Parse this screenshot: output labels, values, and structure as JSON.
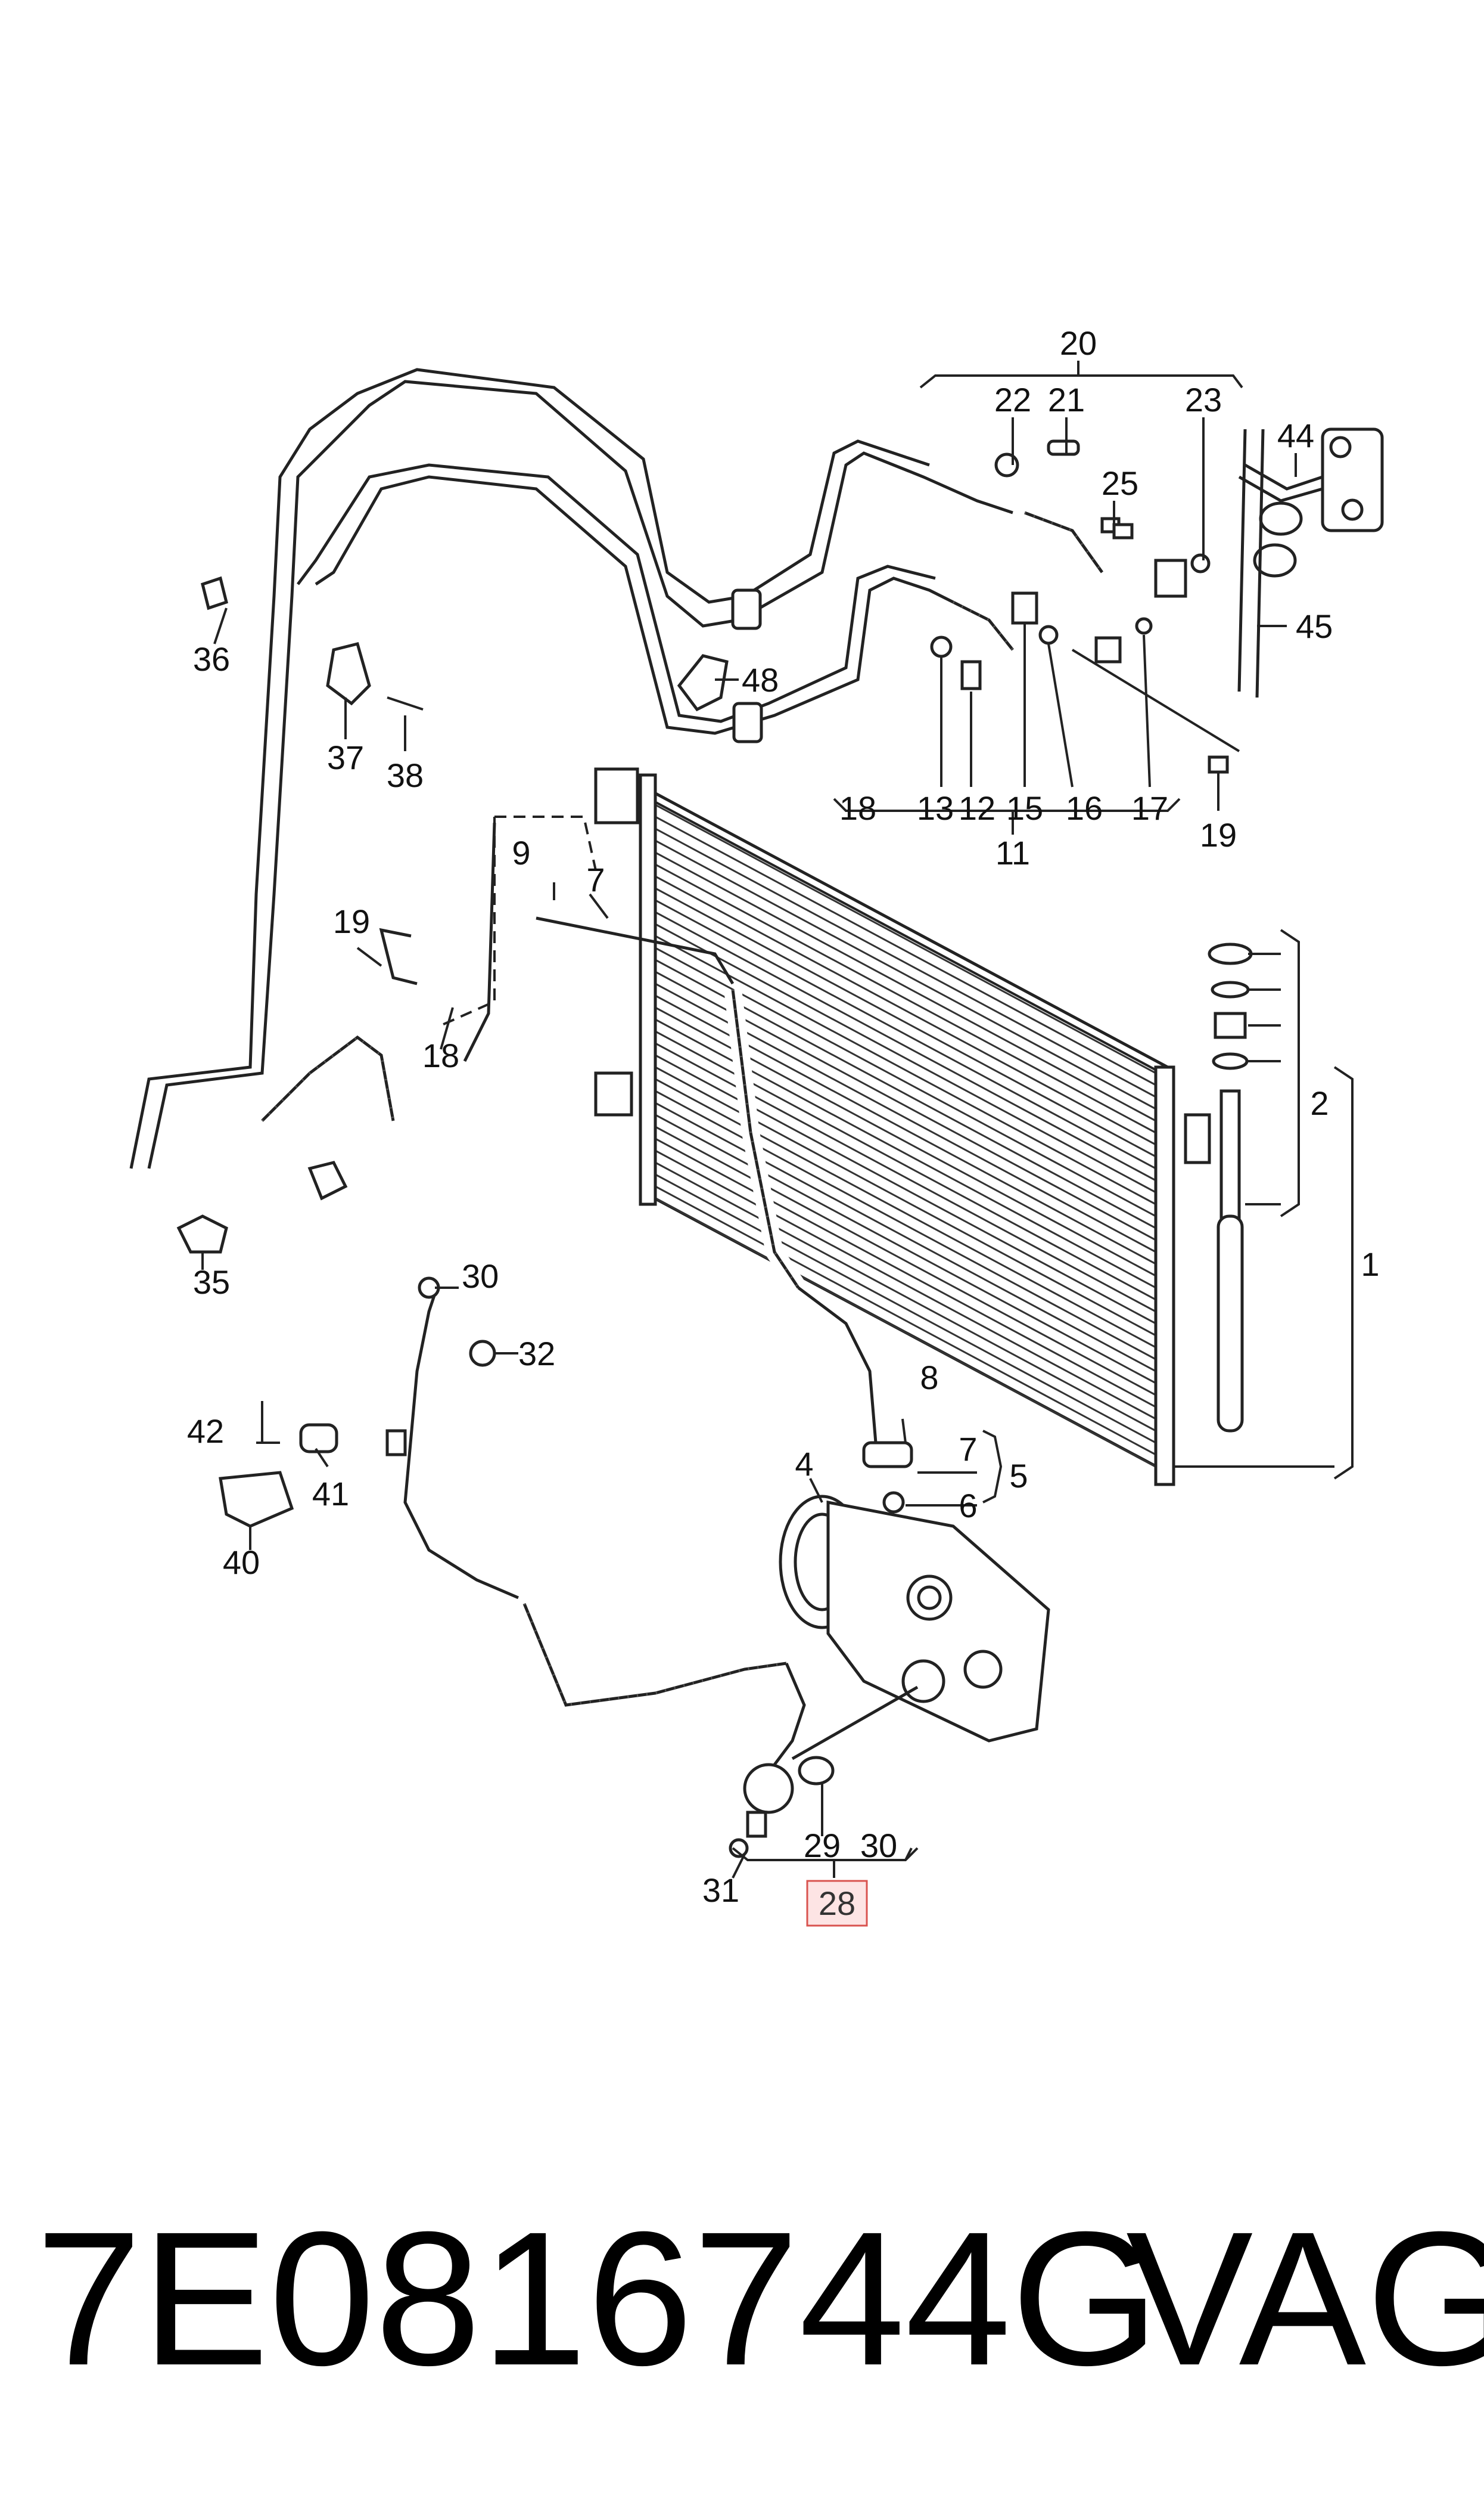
{
  "callouts": {
    "c1": "1",
    "c2": "2",
    "c4": "4",
    "c5": "5",
    "c6": "6",
    "c7": "7",
    "c8": "8",
    "c9": "9",
    "c11": "11",
    "c12": "12",
    "c13": "13",
    "c15": "15",
    "c16": "16",
    "c17": "17",
    "c18": "18",
    "c19": "19",
    "c20": "20",
    "c21": "21",
    "c22": "22",
    "c23": "23",
    "c25": "25",
    "c28": "28",
    "c29": "29",
    "c30": "30",
    "c31": "31",
    "c32": "32",
    "c35": "35",
    "c36": "36",
    "c37": "37",
    "c38": "38",
    "c40": "40",
    "c41": "41",
    "c42": "42",
    "c44": "44",
    "c45": "45",
    "c48": "48"
  },
  "highlight": {
    "part": "28",
    "color": "#d9534f",
    "fill": "#fde4e4"
  },
  "footer": {
    "part_number": "7E0816744G",
    "brand": "VAG"
  }
}
